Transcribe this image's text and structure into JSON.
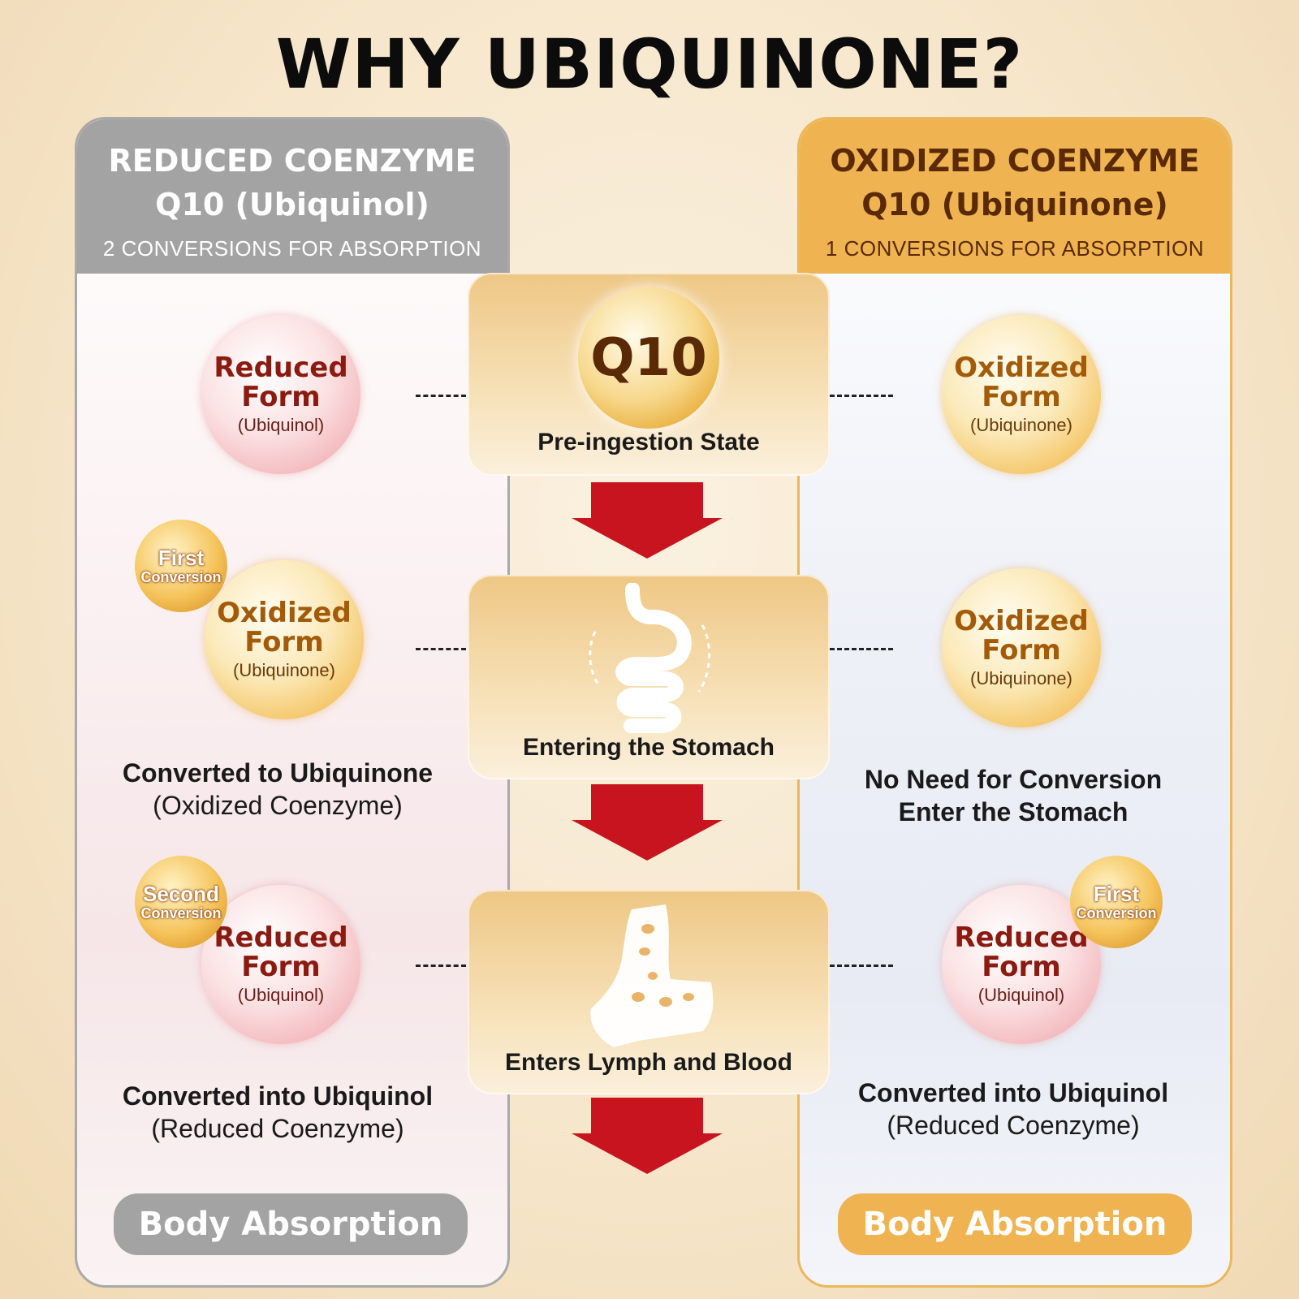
{
  "title": "WHY UBIQUINONE?",
  "left_panel": {
    "title_line1": "REDUCED COENZYME",
    "title_line2": "Q10 (Ubiquinol)",
    "subtitle": "2 CONVERSIONS FOR ABSORPTION",
    "bubble1": {
      "main_line1": "Reduced",
      "main_line2": "Form",
      "sub": "(Ubiquinol)"
    },
    "bubble2": {
      "main_line1": "Oxidized",
      "main_line2": "Form",
      "sub": "(Ubiquinone)"
    },
    "badge1": {
      "top": "First",
      "bottom": "Conversion"
    },
    "caption1": {
      "strong": "Converted to Ubiquinone",
      "light": "(Oxidized Coenzyme)"
    },
    "bubble3": {
      "main_line1": "Reduced",
      "main_line2": "Form",
      "sub": "(Ubiquinol)"
    },
    "badge2": {
      "top": "Second",
      "bottom": "Conversion"
    },
    "caption2": {
      "strong": "Converted into Ubiquinol",
      "light": "(Reduced Coenzyme)"
    },
    "button": "Body Absorption"
  },
  "right_panel": {
    "title_line1": "OXIDIZED COENZYME",
    "title_line2": "Q10 (Ubiquinone)",
    "subtitle": "1 CONVERSIONS FOR ABSORPTION",
    "bubble1": {
      "main_line1": "Oxidized",
      "main_line2": "Form",
      "sub": "(Ubiquinone)"
    },
    "bubble2": {
      "main_line1": "Oxidized",
      "main_line2": "Form",
      "sub": "(Ubiquinone)"
    },
    "caption1": {
      "strong_line1": "No Need for Conversion",
      "strong_line2": "Enter the Stomach"
    },
    "bubble3": {
      "main_line1": "Reduced",
      "main_line2": "Form",
      "sub": "(Ubiquinol)"
    },
    "badge1": {
      "top": "First",
      "bottom": "Conversion"
    },
    "caption2": {
      "strong": "Converted into Ubiquinol",
      "light": "(Reduced Coenzyme)"
    },
    "button": "Body Absorption"
  },
  "center": {
    "step1": {
      "icon_text": "Q10",
      "label": "Pre-ingestion State"
    },
    "step2": {
      "label": "Entering the Stomach"
    },
    "step3": {
      "label": "Enters Lymph and Blood"
    }
  },
  "colors": {
    "left_accent": "#a3a3a3",
    "right_accent": "#efb451",
    "arrow": "#c8141e",
    "reduced_text": "#8b1a10",
    "oxidized_text": "#a35b0a"
  },
  "icons": [
    "q10-capsule-icon",
    "stomach-icon",
    "lymph-vessel-icon",
    "down-arrow-icon"
  ]
}
